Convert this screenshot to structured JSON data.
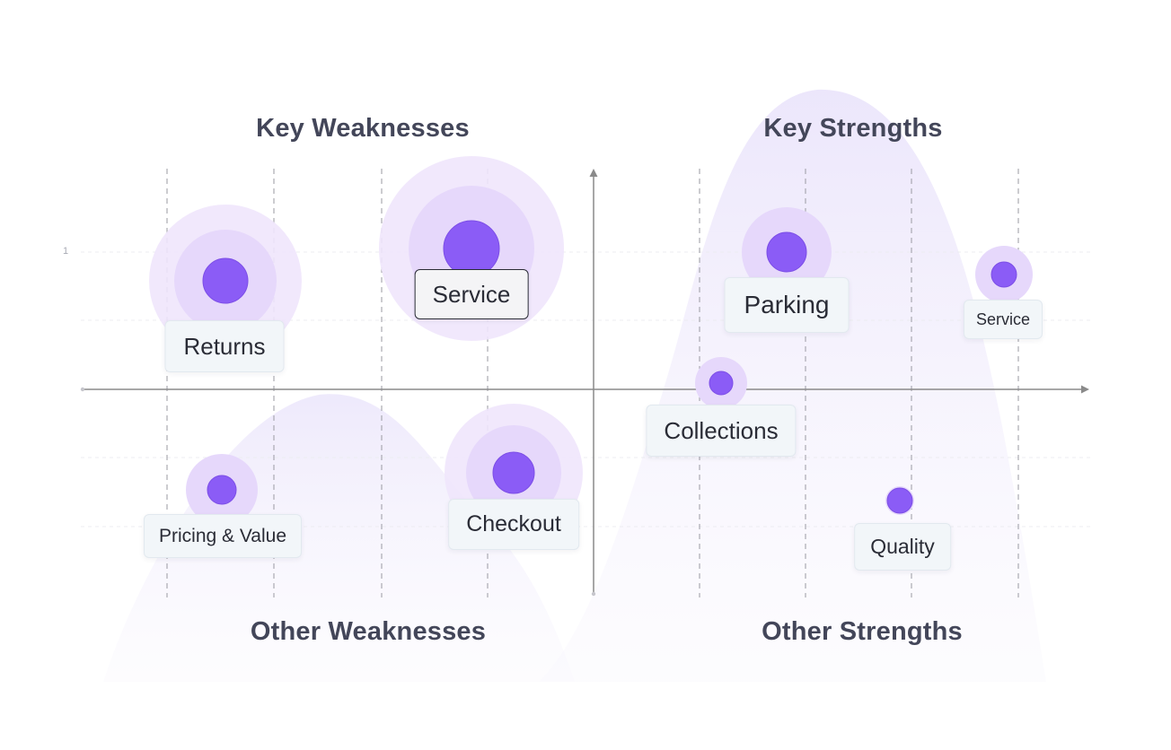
{
  "quadrants": {
    "top_left": "Key Weaknesses",
    "top_right": "Key Strengths",
    "bottom_left": "Other Weaknesses",
    "bottom_right": "Other Strengths"
  },
  "y_tick_label": "1",
  "colors": {
    "dot": "#8b5cf6",
    "halo_inner": "#e6d8fb",
    "halo_outer": "#efe6fc",
    "axis": "#8a8a8a",
    "label_bg": "#f2f6f9",
    "title": "#434659"
  },
  "bubbles": [
    {
      "id": "returns",
      "label": "Returns"
    },
    {
      "id": "service-weakness",
      "label": "Service"
    },
    {
      "id": "pricing-value",
      "label": "Pricing & Value"
    },
    {
      "id": "checkout",
      "label": "Checkout"
    },
    {
      "id": "parking",
      "label": "Parking"
    },
    {
      "id": "service-strength",
      "label": "Service"
    },
    {
      "id": "collections",
      "label": "Collections"
    },
    {
      "id": "quality",
      "label": "Quality"
    }
  ]
}
